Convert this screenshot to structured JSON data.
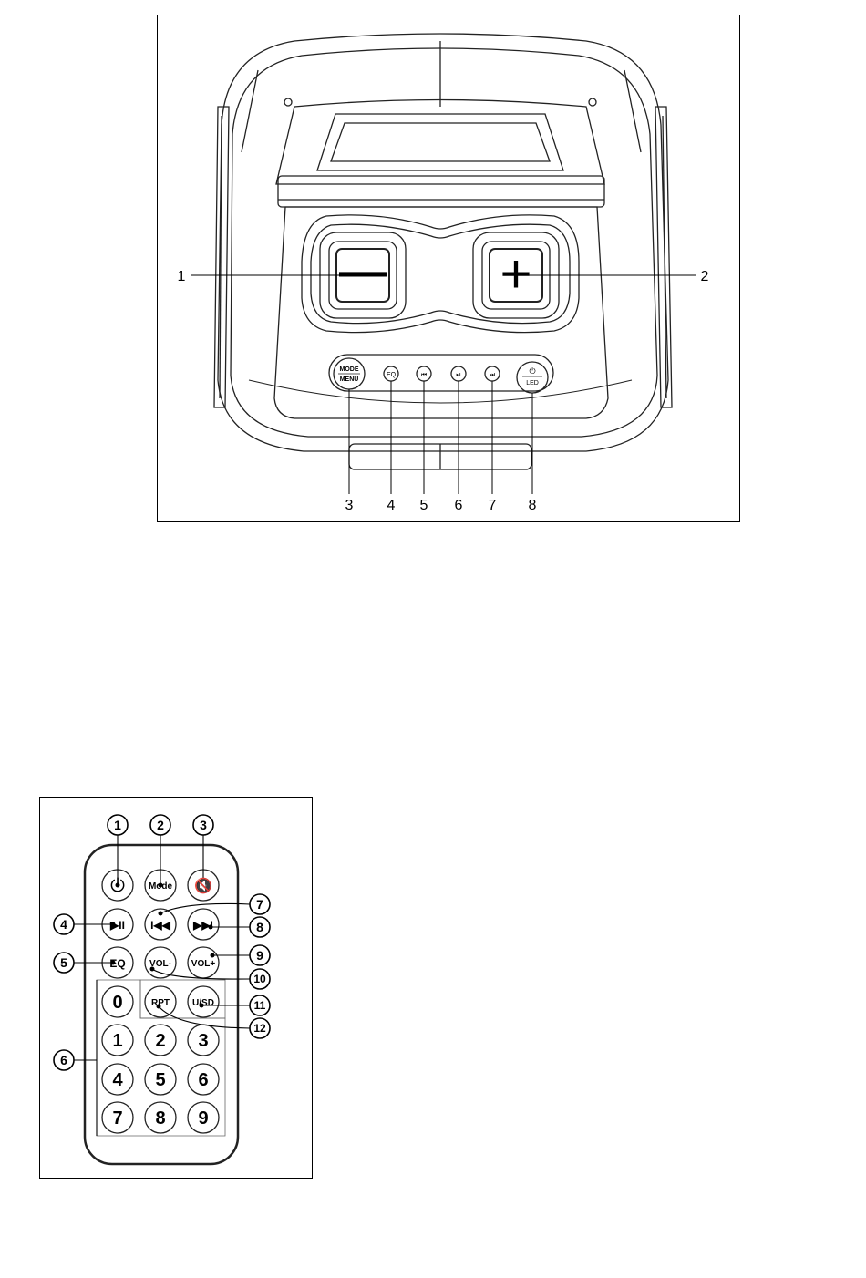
{
  "speaker": {
    "button_labels": {
      "minus": "—",
      "plus": "+",
      "mode_top": "MODE",
      "mode_bottom": "MENU",
      "eq": "EQ",
      "prev": "⏮",
      "play": "⏯",
      "next": "⏭",
      "power_symbol": "⏻",
      "led": "LED"
    },
    "callouts": [
      "1",
      "2",
      "3",
      "4",
      "5",
      "6",
      "7",
      "8"
    ]
  },
  "remote": {
    "callouts": [
      "1",
      "2",
      "3",
      "4",
      "5",
      "6",
      "7",
      "8",
      "9",
      "10",
      "11",
      "12"
    ],
    "buttons": {
      "power": "⏻",
      "mode": "Mode",
      "mute": "🔇",
      "play_pause": "▶II",
      "prev": "I◀◀",
      "next": "▶▶I",
      "eq": "EQ",
      "vol_minus": "VOL-",
      "vol_plus": "VOL+",
      "digit_0": "0",
      "rpt": "RPT",
      "usd": "U/SD",
      "digit_1": "1",
      "digit_2": "2",
      "digit_3": "3",
      "digit_4": "4",
      "digit_5": "5",
      "digit_6": "6",
      "digit_7": "7",
      "digit_8": "8",
      "digit_9": "9"
    }
  }
}
